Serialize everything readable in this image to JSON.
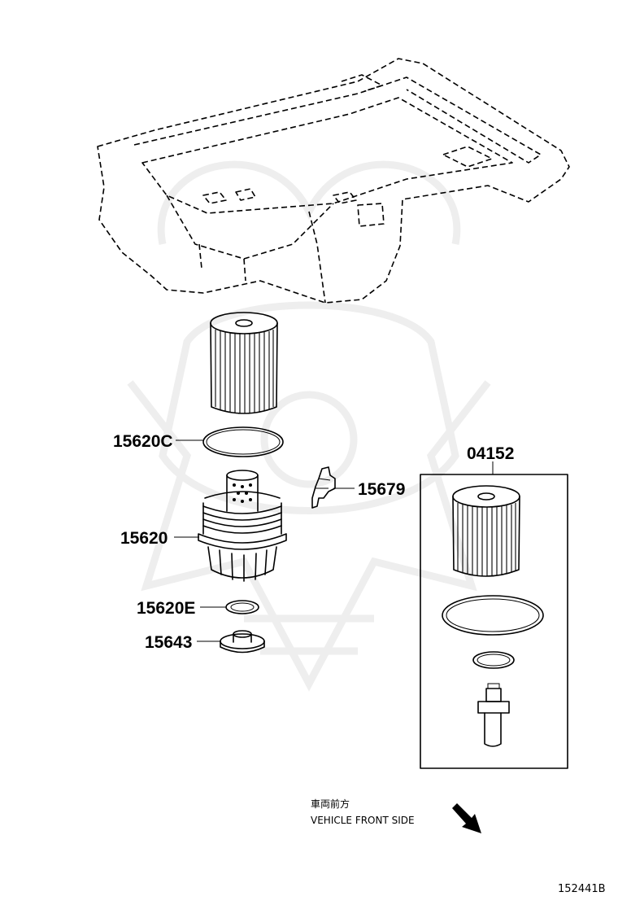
{
  "diagram": {
    "callouts": {
      "element_gasket": "15620C",
      "cap_assembly": "15620",
      "cap_o_ring": "15620E",
      "drain_plug": "15643",
      "union_stud": "15679",
      "element_kit": "04152"
    },
    "direction_note_jp": "車両前方",
    "direction_note_en": "VEHICLE FRONT SIDE",
    "illustration_number": "152441B"
  }
}
